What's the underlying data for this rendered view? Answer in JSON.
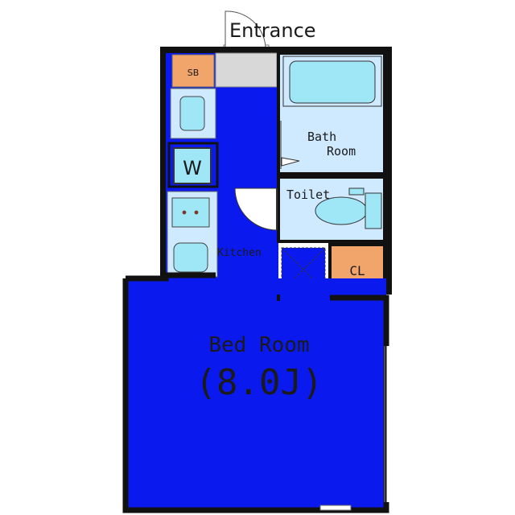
{
  "labels": {
    "entrance": "Entrance",
    "shoe_box": "SB",
    "washer": "W",
    "bath_line1": "Bath",
    "bath_line2": "Room",
    "toilet": "Toilet",
    "kitchen": "Kitchen",
    "closet": "CL",
    "bedroom": "Bed Room",
    "bedroom_size": "(8.0J)"
  },
  "colors": {
    "room_blue": "#0a1aee",
    "wet_area_light_blue": "#cfe9ff",
    "fixture_cyan": "#9fe6f7",
    "storage_orange": "#f2a56a",
    "floor_gray": "#d8d8d8",
    "wall": "#111111"
  }
}
